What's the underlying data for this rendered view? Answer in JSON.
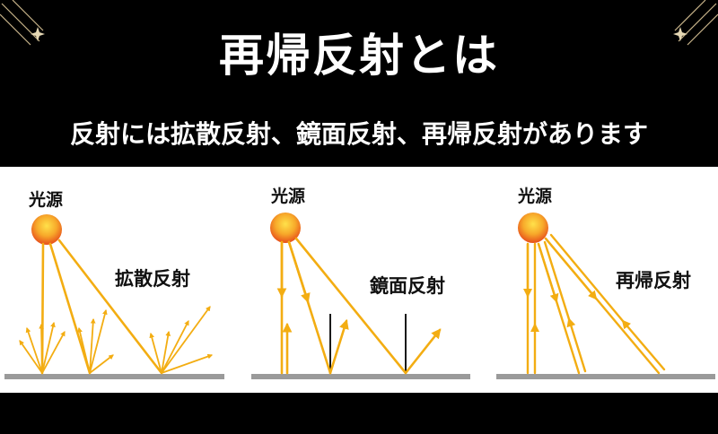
{
  "header": {
    "title": "再帰反射とは",
    "subtitle": "反射には拡散反射、鏡面反射、再帰反射があります"
  },
  "colors": {
    "ray": "#f3ad12",
    "light_center": "#ffe14a",
    "light_edge": "#e8541c",
    "surface": "#9a9a9a",
    "background_band": "#000000",
    "panel_background": "#ffffff"
  },
  "panels": [
    {
      "light_label": "光源",
      "reflection_label": "拡散反射"
    },
    {
      "light_label": "光源",
      "reflection_label": "鏡面反射"
    },
    {
      "light_label": "光源",
      "reflection_label": "再帰反射"
    }
  ]
}
